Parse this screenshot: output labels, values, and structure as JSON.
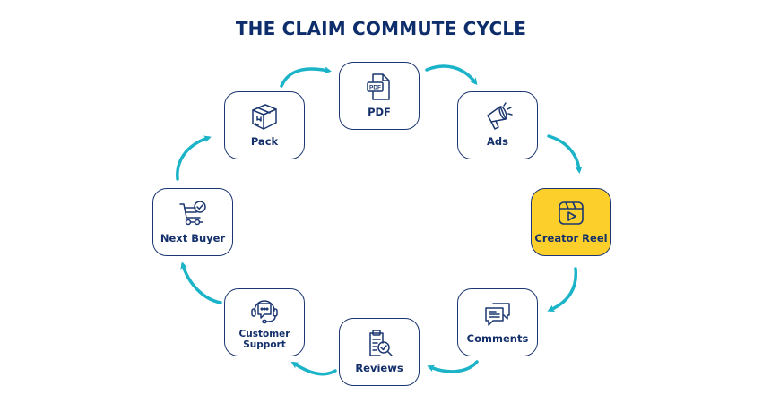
{
  "title": "THE CLAIM COMMUTE CYCLE",
  "colors": {
    "title": "#0d2d6b",
    "border": "#1b3670",
    "arrow": "#1bb3c7",
    "highlight": "#fdcf2b"
  },
  "nodes": [
    {
      "id": "pdf",
      "label": "PDF",
      "icon": "pdf-file-icon",
      "highlighted": false
    },
    {
      "id": "ads",
      "label": "Ads",
      "icon": "megaphone-icon",
      "highlighted": false
    },
    {
      "id": "creator-reel",
      "label": "Creator Reel",
      "icon": "video-reel-icon",
      "highlighted": true
    },
    {
      "id": "comments",
      "label": "Comments",
      "icon": "chat-bubbles-icon",
      "highlighted": false
    },
    {
      "id": "reviews",
      "label": "Reviews",
      "icon": "clipboard-review-icon",
      "highlighted": false
    },
    {
      "id": "customer-support",
      "label": "Customer\nSupport",
      "icon": "headset-chat-icon",
      "highlighted": false
    },
    {
      "id": "next-buyer",
      "label": "Next Buyer",
      "icon": "cart-check-icon",
      "highlighted": false
    },
    {
      "id": "pack",
      "label": "Pack",
      "icon": "box-icon",
      "highlighted": false
    }
  ],
  "flow": [
    "pdf",
    "ads",
    "creator-reel",
    "comments",
    "reviews",
    "customer-support",
    "next-buyer",
    "pack",
    "pdf"
  ]
}
